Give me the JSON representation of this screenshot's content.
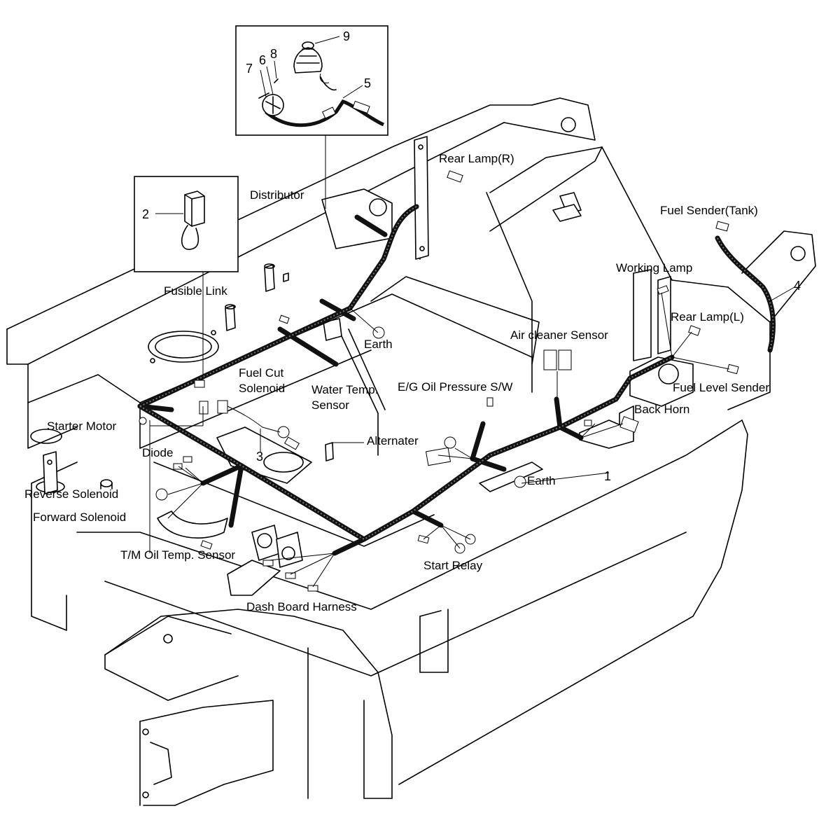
{
  "labels": {
    "rear_lamp_r": "Rear Lamp(R)",
    "distributor": "Distributor",
    "fuel_sender_tank": "Fuel Sender(Tank)",
    "working_lamp": "Working Lamp",
    "fusible_link": "Fusible Link",
    "rear_lamp_l": "Rear Lamp(L)",
    "air_cleaner_sensor": "Air cleaner Sensor",
    "earth_top": "Earth",
    "fuel_cut_solenoid_1": "Fuel Cut",
    "fuel_cut_solenoid_2": "Solenoid",
    "water_temp_sensor_1": "Water Temp.",
    "water_temp_sensor_2": "Sensor",
    "eg_oil_pressure_sw": "E/G Oil Pressure S/W",
    "fuel_level_sender": "Fuel Level Sender",
    "back_horn": "Back Horn",
    "starter_motor": "Starter Motor",
    "alternater": "Alternater",
    "diode": "Diode",
    "earth_mid": "Earth",
    "reverse_solenoid": "Reverse Solenoid",
    "forward_solenoid": "Forward Solenoid",
    "tm_oil_temp_sensor": "T/M Oil Temp. Sensor",
    "start_relay": "Start Relay",
    "dash_board_harness": "Dash Board Harness"
  },
  "callouts": {
    "n1": "1",
    "n2": "2",
    "n3": "3",
    "n4": "4",
    "n5": "5",
    "n6": "6",
    "n7": "7",
    "n8": "8",
    "n9": "9"
  }
}
